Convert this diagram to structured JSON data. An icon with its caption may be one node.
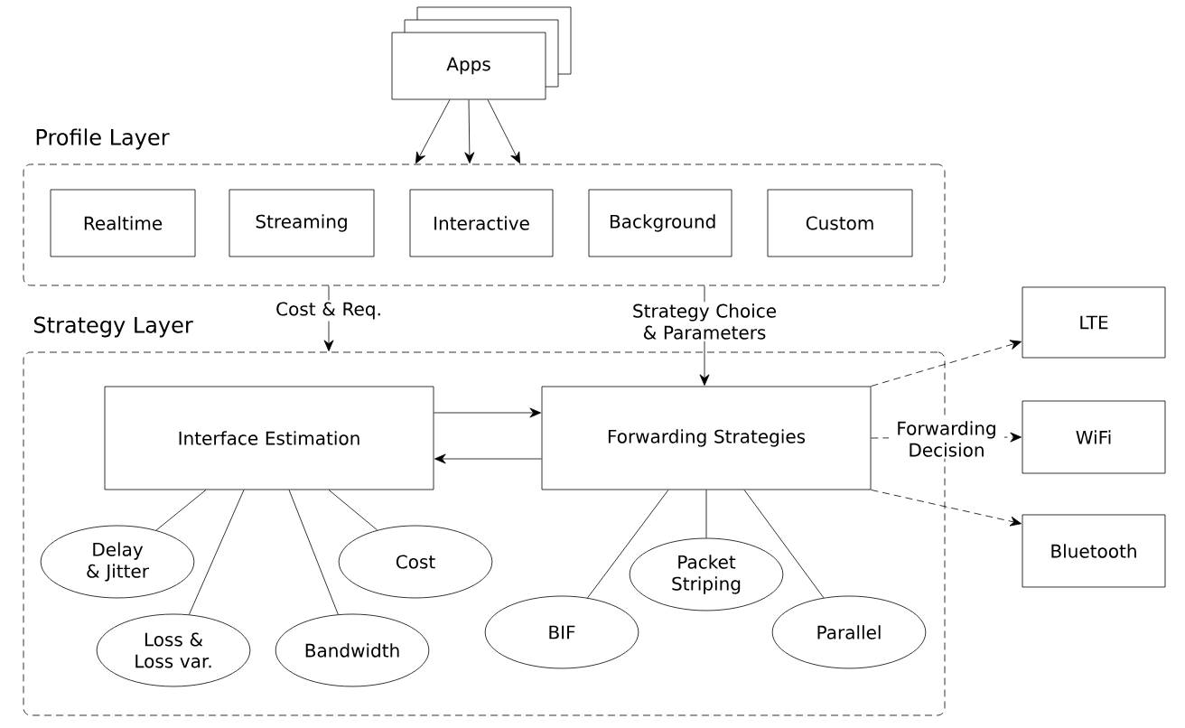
{
  "diagram": {
    "nodes": [
      {
        "text": [
          "Apps"
        ]
      },
      {
        "text": [
          "Profile Layer"
        ]
      },
      {
        "text": [
          "Realtime"
        ],
        "in": 1
      },
      {
        "text": [
          "Streaming"
        ],
        "in": 1
      },
      {
        "text": [
          "Interactive"
        ],
        "in": 1
      },
      {
        "text": [
          "Background"
        ],
        "in": 1
      },
      {
        "text": [
          "Custom"
        ],
        "in": 1
      },
      {
        "text": [
          "Strategy Layer"
        ]
      },
      {
        "text": [
          "Interface Estimation"
        ],
        "in": 7
      },
      {
        "text": [
          "Forwarding Strategies"
        ],
        "in": 7
      },
      {
        "text": [
          "Delay & Jitter"
        ],
        "in": 7
      },
      {
        "text": [
          "Loss & Loss var."
        ],
        "in": 7
      },
      {
        "text": [
          "Bandwidth"
        ],
        "in": 7
      },
      {
        "text": [
          "Cost"
        ],
        "in": 7
      },
      {
        "text": [
          "BIF"
        ],
        "in": 7
      },
      {
        "text": [
          "Packet Striping"
        ],
        "in": 7
      },
      {
        "text": [
          "Parallel"
        ],
        "in": 7
      },
      {
        "text": [
          "LTE"
        ]
      },
      {
        "text": [
          "WiFi"
        ]
      },
      {
        "text": [
          "Bluetooth"
        ]
      }
    ],
    "edges": [
      {
        "from": 0,
        "to": 1,
        "arrow": "to"
      },
      {
        "from": 0,
        "to": 1,
        "arrow": "to"
      },
      {
        "from": 0,
        "to": 1,
        "arrow": "to"
      },
      {
        "from": 1,
        "to": 7,
        "arrow": "to",
        "label": "Cost & Req."
      },
      {
        "from": 1,
        "to": 9,
        "arrow": "to",
        "label": "Strategy Choice & Parameters"
      },
      {
        "from": 8,
        "to": 9,
        "arrow": "to"
      },
      {
        "from": 9,
        "to": 8,
        "arrow": "to"
      },
      {
        "from": 8,
        "to": 10,
        "arrow": "none"
      },
      {
        "from": 8,
        "to": 11,
        "arrow": "none"
      },
      {
        "from": 8,
        "to": 12,
        "arrow": "none"
      },
      {
        "from": 8,
        "to": 13,
        "arrow": "none"
      },
      {
        "from": 9,
        "to": 14,
        "arrow": "none"
      },
      {
        "from": 9,
        "to": 15,
        "arrow": "none"
      },
      {
        "from": 9,
        "to": 16,
        "arrow": "none"
      },
      {
        "from": 9,
        "to": 17,
        "arrow": "to",
        "style": "dashed"
      },
      {
        "from": 9,
        "to": 18,
        "arrow": "to",
        "style": "dashed",
        "label": "Forwarding Decision"
      },
      {
        "from": 9,
        "to": 19,
        "arrow": "to",
        "style": "dashed"
      }
    ]
  }
}
